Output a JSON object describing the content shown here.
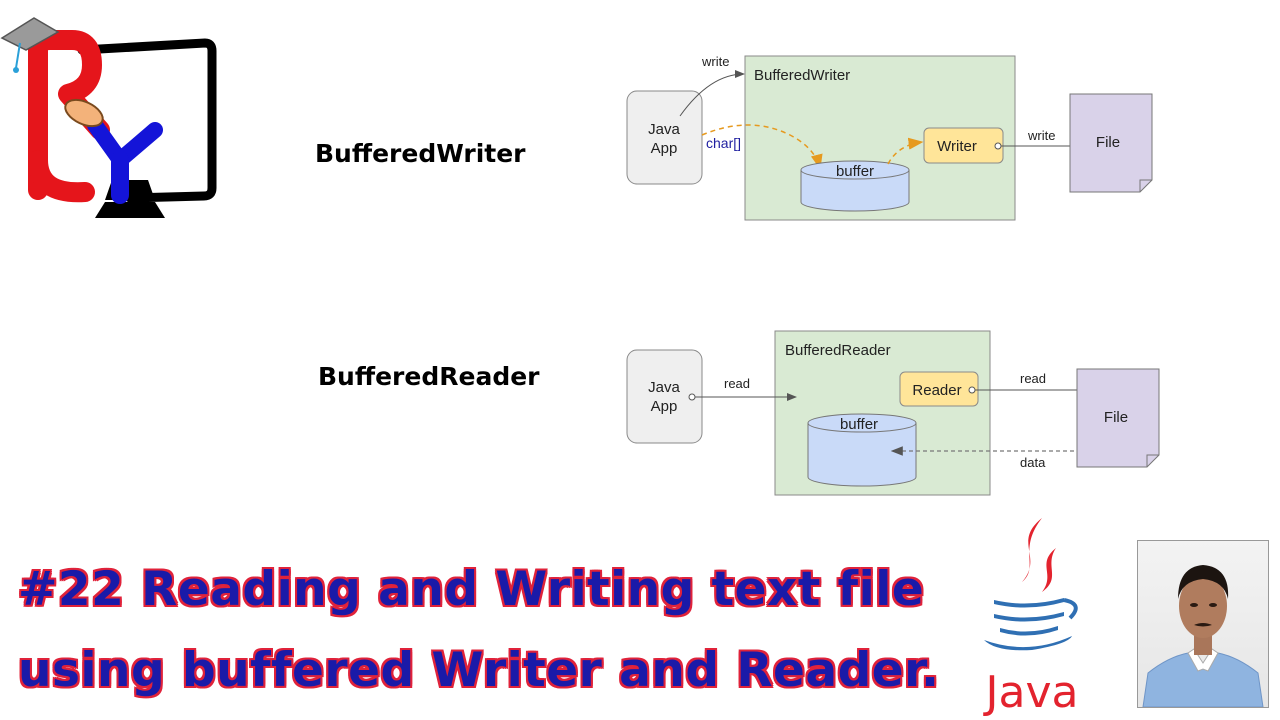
{
  "labels": {
    "writer_section": "BufferedWriter",
    "reader_section": "BufferedReader"
  },
  "writer_diagram": {
    "app_line1": "Java",
    "app_line2": "App",
    "write_top": "write",
    "container_title": "BufferedWriter",
    "char_array": "char[]",
    "buffer": "buffer",
    "writer_box": "Writer",
    "write_right": "write",
    "file": "File"
  },
  "reader_diagram": {
    "app_line1": "Java",
    "app_line2": "App",
    "read_left": "read",
    "container_title": "BufferedReader",
    "reader_box": "Reader",
    "buffer": "buffer",
    "read_right": "read",
    "data_label": "data",
    "file": "File"
  },
  "headline": {
    "line1": "#22 Reading and Writing text file",
    "line2": "using buffered Writer and Reader."
  },
  "java_logo": {
    "word": "Java"
  },
  "colors": {
    "container_fill": "#d9ead3",
    "box_fill": "#ffe599",
    "buffer_fill": "#c9daf8",
    "file_fill": "#d9d2e9",
    "headline_fill": "#1a1aa8",
    "headline_outline": "#e0223a",
    "java_red": "#e3232e",
    "java_blue": "#2f6fb3"
  }
}
